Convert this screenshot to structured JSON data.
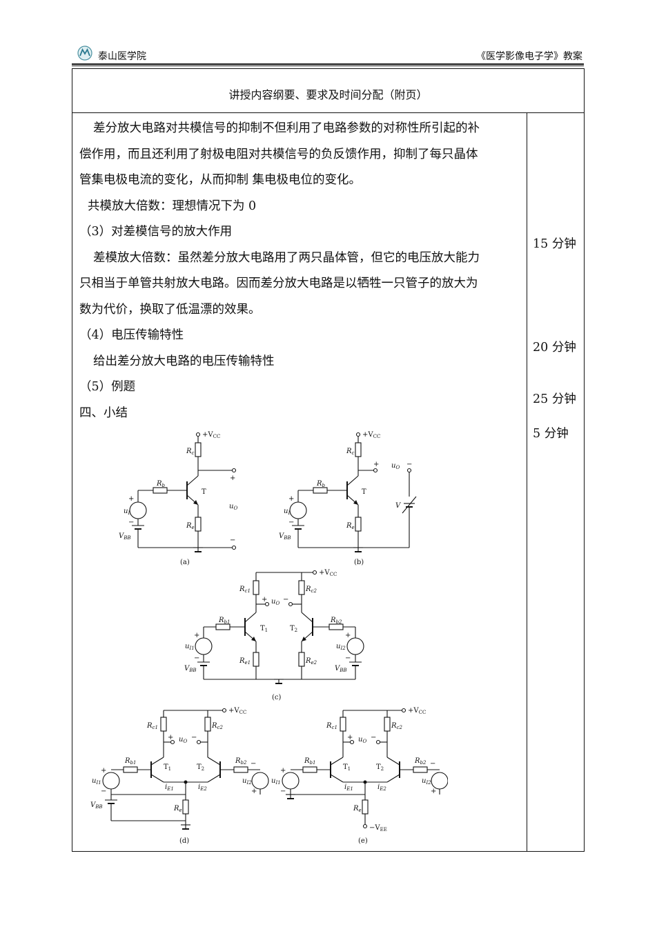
{
  "header": {
    "school": "泰山医学院",
    "course": "《医学影像电子学》教案"
  },
  "table": {
    "title": "讲授内容纲要、要求及时间分配（附页）",
    "paragraphs": [
      "差分放大电路对共模信号的抑制不但利用了电路参数的对称性所引起的补",
      "偿作用，而且还利用了射极电阻对共模信号的负反馈作用，抑制了每只晶体",
      "管集电极电流的变化，从而抑制 集电极电位的变化。",
      "共模放大倍数：理想情况下为 0",
      "（3）对差模信号的放大作用",
      "差模放大倍数：虽然差分放大电路用了两只晶体管，但它的电压放大能力",
      "只相当于单管共射放大电路。因而差分放大电路是以牺牲一只管子的放大为",
      "数为代价，换取了低温漂的效果。",
      "（4）电压传输特性",
      "给出差分放大电路的电压传输特性",
      "（5）例题",
      "四、小结"
    ],
    "times": [
      "15 分钟",
      "20 分钟",
      "25 分钟",
      "5 分钟"
    ]
  },
  "figure": {
    "labels": {
      "a": "(a)",
      "b": "(b)",
      "c": "(c)",
      "d": "(d)",
      "e": "(e)",
      "vcc": "+V",
      "vcc_sub": "CC",
      "vee": "−V",
      "vee_sub": "EE",
      "vbb": "V",
      "vbb_sub": "BB",
      "rb": "R",
      "rb_sub": "b",
      "rc": "R",
      "rc_sub": "c",
      "re": "R",
      "re_sub": "e",
      "rc1": "R",
      "rc1_sub": "c1",
      "rc2": "R",
      "rc2_sub": "c2",
      "rb1": "R",
      "rb1_sub": "b1",
      "rb2": "R",
      "rb2_sub": "b2",
      "re1": "R",
      "re1_sub": "e1",
      "re2": "R",
      "re2_sub": "e2",
      "t": "T",
      "t1": "T",
      "t1_sub": "1",
      "t2": "T",
      "t2_sub": "2",
      "ui": "u",
      "ui_sub": "I",
      "ui1": "u",
      "ui1_sub": "I1",
      "ui2": "u",
      "ui2_sub": "I2",
      "uo": "u",
      "uo_sub": "O",
      "ie1": "i",
      "ie1_sub": "E1",
      "ie2": "i",
      "ie2_sub": "E2",
      "v": "V",
      "plus": "+",
      "minus": "−"
    }
  }
}
